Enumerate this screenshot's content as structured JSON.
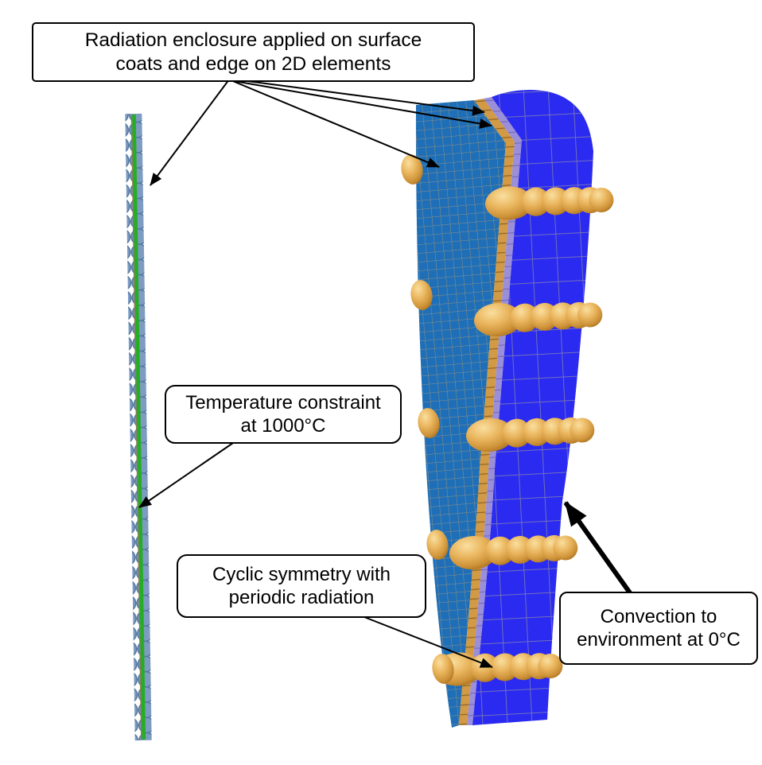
{
  "labels": {
    "radiation": {
      "line1": "Radiation enclosure applied on surface",
      "line2": "coats and edge on 2D elements"
    },
    "temperature": {
      "line1": "Temperature constraint",
      "line2": "at 1000°C"
    },
    "cyclic": {
      "line1": "Cyclic symmetry with",
      "line2": "periodic radiation"
    },
    "convection": {
      "line1": "Convection to",
      "line2": "environment at 0°C"
    }
  },
  "annotation_style": {
    "border_color": "#000000",
    "background": "#ffffff",
    "text_color": "#000000",
    "arrow_color": "#000000"
  },
  "model": {
    "left_node_strip": {
      "node_count": 41,
      "node_fill": "#7e9cc2",
      "node_edge": "#54789f",
      "axis_line_color": "#26ad26",
      "axis_edge_color": "#8a795a"
    },
    "blade_sector": {
      "cross_section_fill": "#1e6fb8",
      "cross_section_mesh": "#97917b",
      "outer_surface_fill": "#2a2af0",
      "outer_surface_mesh": "#8583ad",
      "coat_layer_fill": "#d39a45",
      "inner_layer_fill": "#9a8fd8",
      "bead_fill": "#e9b55e",
      "bead_row_count": 5,
      "edge_bead_count": 5
    }
  }
}
